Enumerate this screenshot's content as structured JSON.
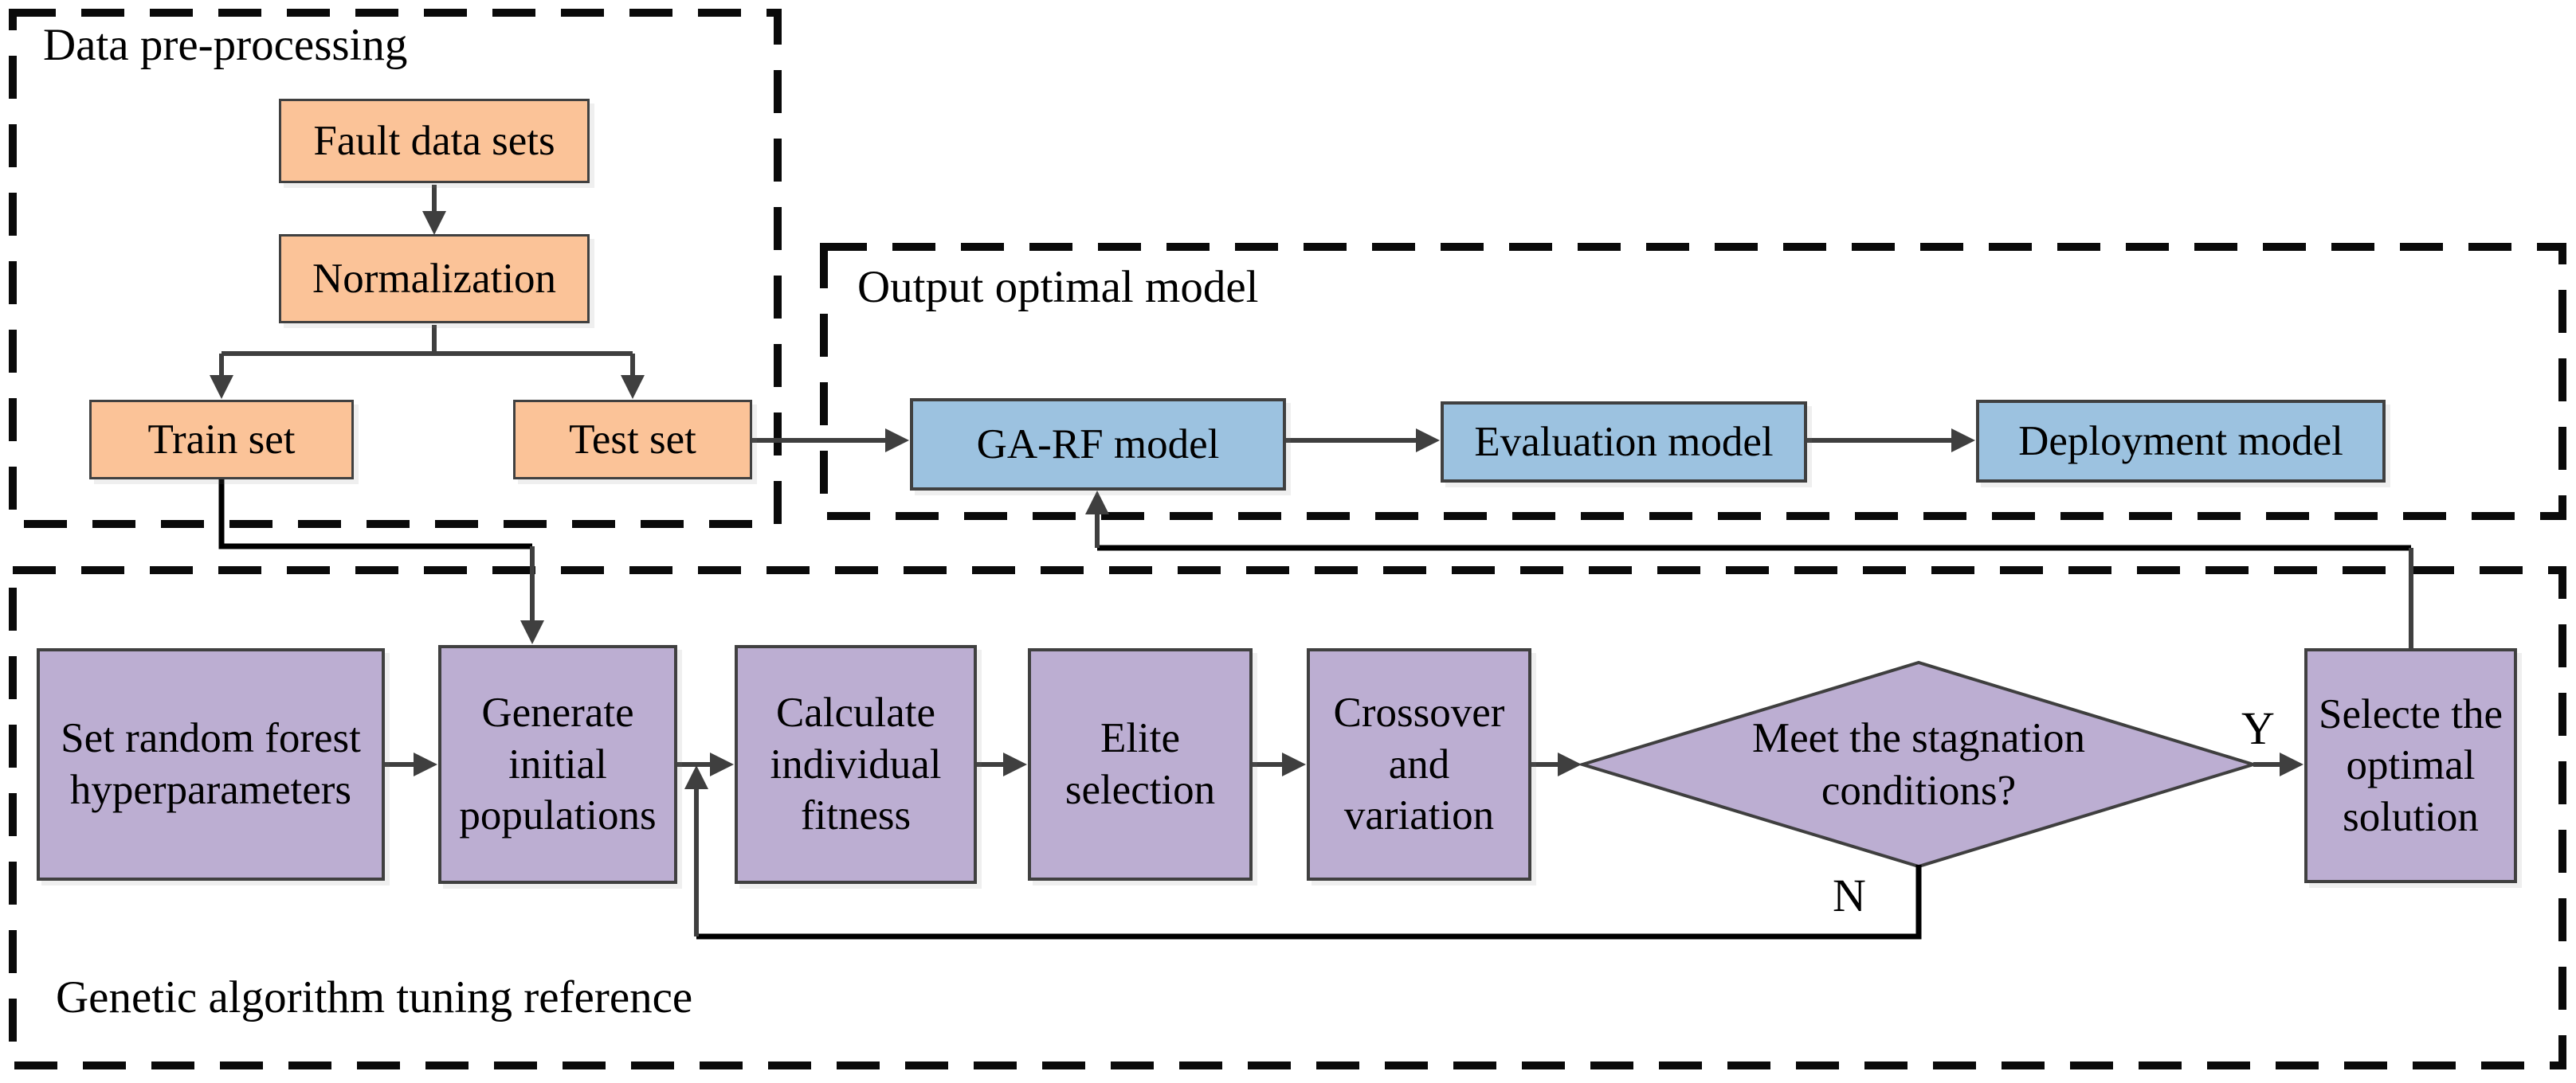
{
  "sections": {
    "preprocessing": "Data pre-processing",
    "output": "Output optimal model",
    "genetic": "Genetic algorithm tuning reference"
  },
  "nodes": {
    "fault": "Fault data sets",
    "normalization": "Normalization",
    "train": "Train set",
    "test": "Test set",
    "garf": "GA-RF model",
    "evaluation": "Evaluation model",
    "deployment": "Deployment model",
    "set_rf": "Set random forest\nhyperparameters",
    "generate": "Generate\ninitial\npopulations",
    "calculate": "Calculate\nindividual\nfitness",
    "elite": "Elite\nselection",
    "crossover": "Crossover\nand\nvariation",
    "decision": "Meet the stagnation\nconditions?",
    "select": "Selecte the\noptimal\nsolution"
  },
  "branches": {
    "yes": "Y",
    "no": "N"
  },
  "colors": {
    "orange_fill": "#FBC398",
    "blue_fill": "#9CC2E0",
    "purple_fill": "#BCAED2",
    "node_border": "#404040",
    "arrow": "#3F3F3F",
    "routing_line": "#000000",
    "dashed_border": "#0A0A0A",
    "background": "#FFFFFF"
  }
}
